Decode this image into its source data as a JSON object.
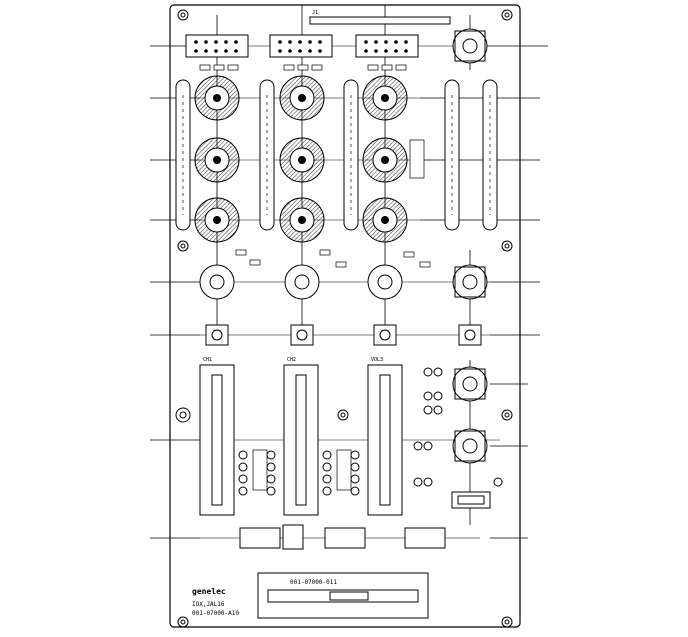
{
  "board": {
    "logo": "genelec",
    "model_line1": "IOX,JAL16",
    "model_line2": "001-07000-A10",
    "center_label": "001-07000-011",
    "top_connector_label": "J1"
  },
  "fader_labels": [
    "CH1",
    "CH2",
    "VOL3"
  ]
}
